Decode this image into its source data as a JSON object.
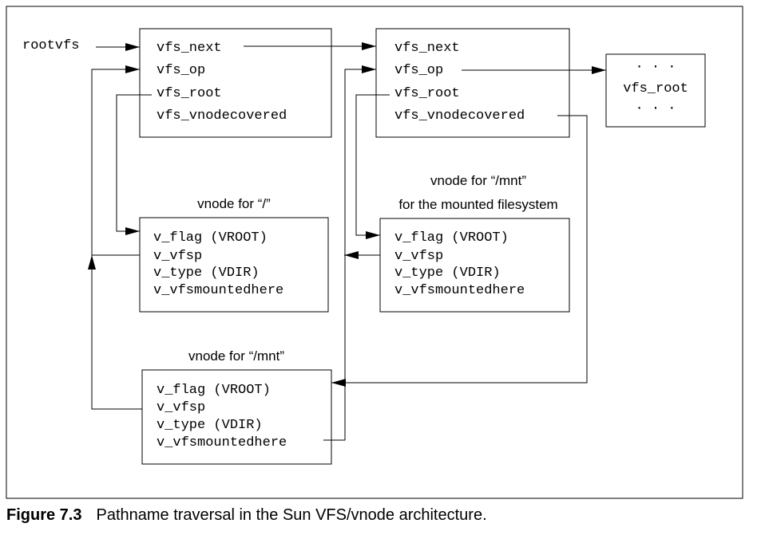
{
  "diagram": {
    "root_label": "rootvfs",
    "vfs1": {
      "fields": [
        "vfs_next",
        "vfs_op",
        "vfs_root",
        "vfs_vnodecovered"
      ]
    },
    "vfs2": {
      "fields": [
        "vfs_next",
        "vfs_op",
        "vfs_root",
        "vfs_vnodecovered"
      ]
    },
    "vfs3": {
      "fields": [
        "· · ·",
        "vfs_root",
        "· · ·"
      ]
    },
    "vnode_root": {
      "title": "vnode for “/”",
      "fields": [
        "v_flag (VROOT)",
        "v_vfsp",
        "v_type (VDIR)",
        "v_vfsmountedhere"
      ]
    },
    "vnode_mnt_mounted": {
      "title_line1": "vnode for “/mnt”",
      "title_line2": "for the mounted filesystem",
      "fields": [
        "v_flag (VROOT)",
        "v_vfsp",
        "v_type (VDIR)",
        "v_vfsmountedhere"
      ]
    },
    "vnode_mnt": {
      "title": "vnode for “/mnt”",
      "fields": [
        "v_flag (VROOT)",
        "v_vfsp",
        "v_type (VDIR)",
        "v_vfsmountedhere"
      ]
    }
  },
  "caption": {
    "number": "Figure 7.3",
    "text": "Pathname traversal in the Sun VFS/vnode architecture."
  }
}
